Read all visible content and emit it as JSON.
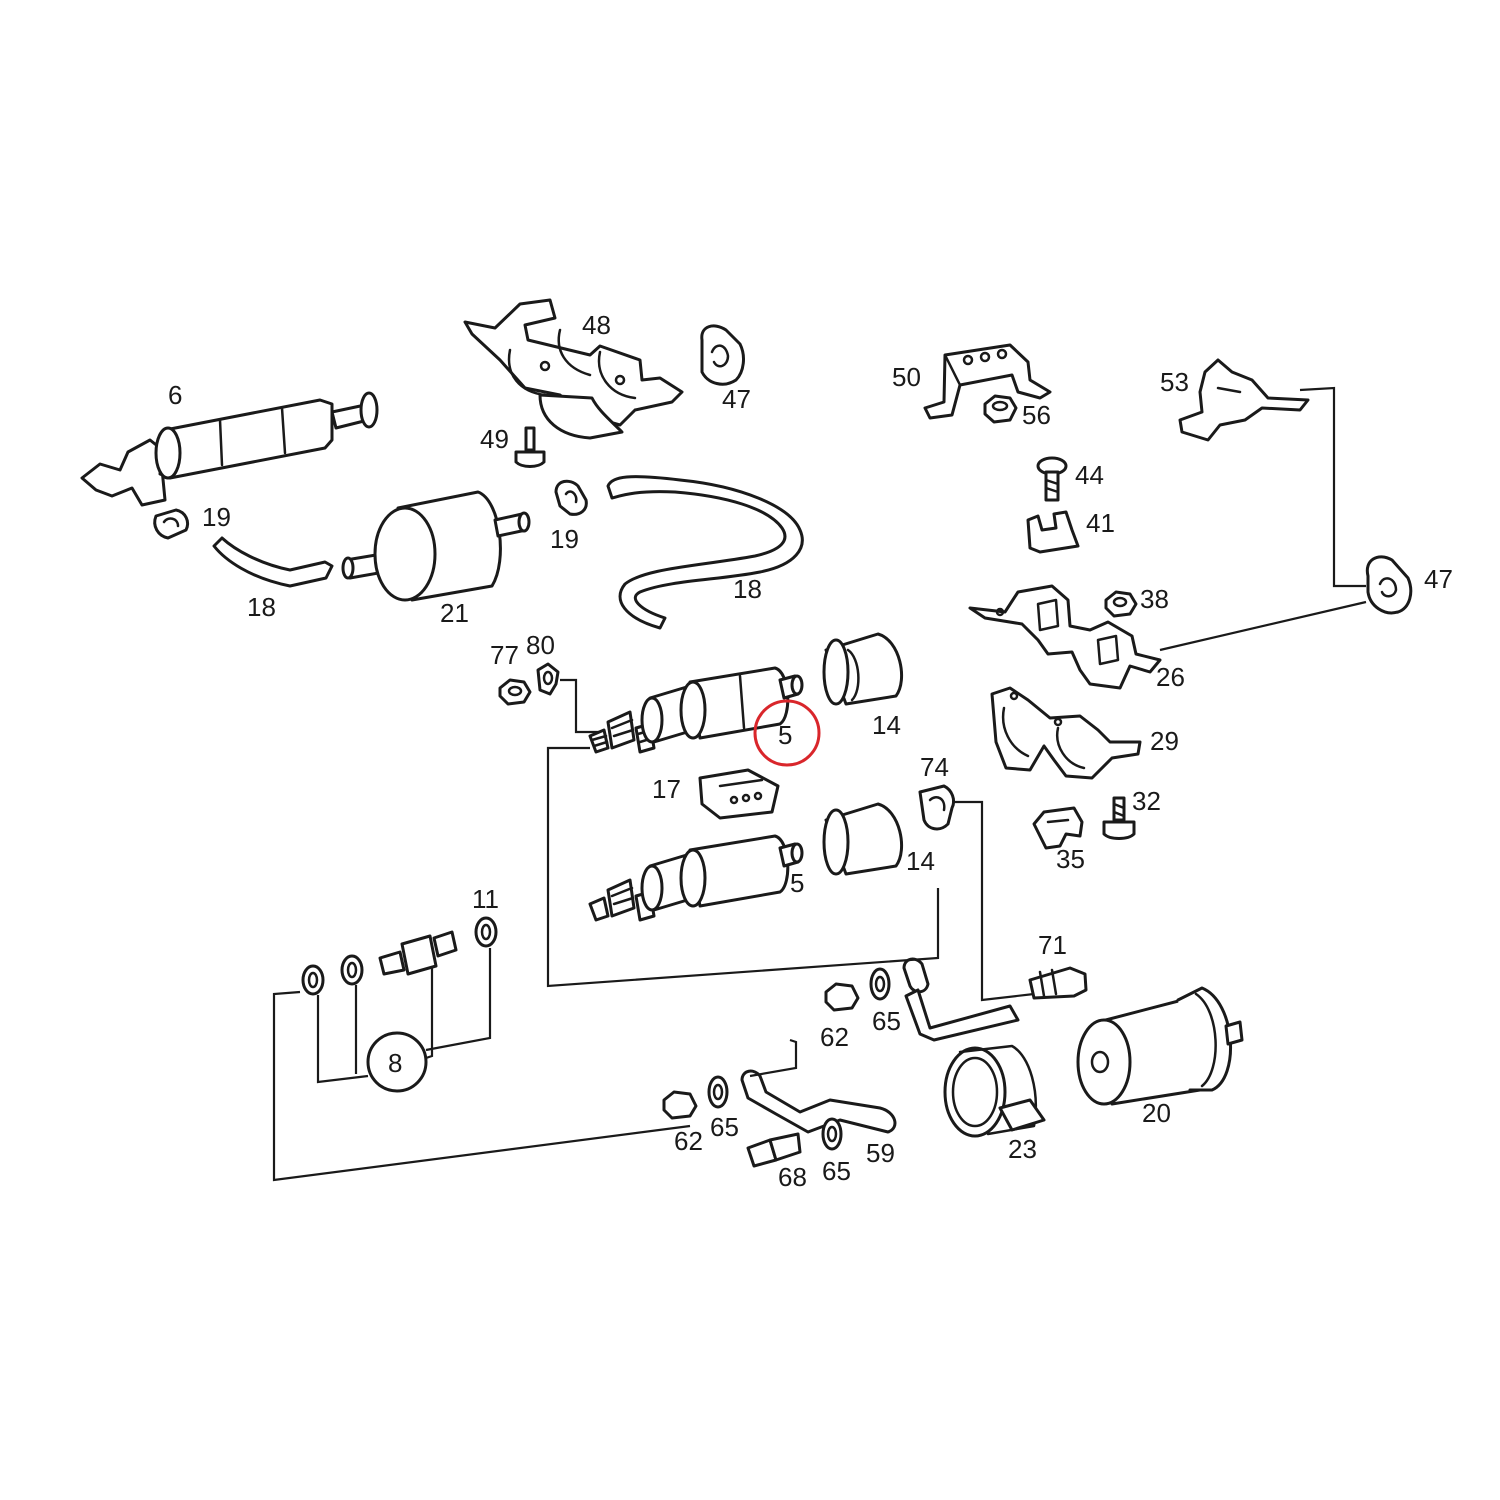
{
  "colors": {
    "ink": "#1a1a1a",
    "highlight": "#d9262b",
    "background": "#ffffff"
  },
  "highlighted_part": "5",
  "callouts": {
    "p6": "6",
    "p48": "48",
    "p47a": "47",
    "p49": "49",
    "p19a": "19",
    "p19b": "19",
    "p18a": "18",
    "p18b": "18",
    "p21": "21",
    "p50": "50",
    "p56": "56",
    "p53": "53",
    "p44": "44",
    "p41": "41",
    "p47b": "47",
    "p38": "38",
    "p26": "26",
    "p29": "29",
    "p32": "32",
    "p35": "35",
    "p77": "77",
    "p80": "80",
    "p5a": "5",
    "p5b": "5",
    "p14a": "14",
    "p14b": "14",
    "p17": "17",
    "p74": "74",
    "p11": "11",
    "p8": "8",
    "p71": "71",
    "p62a": "62",
    "p65a": "65",
    "p62b": "62",
    "p65b": "65",
    "p59": "59",
    "p68": "68",
    "p65c": "65",
    "p23": "23",
    "p20": "20"
  }
}
